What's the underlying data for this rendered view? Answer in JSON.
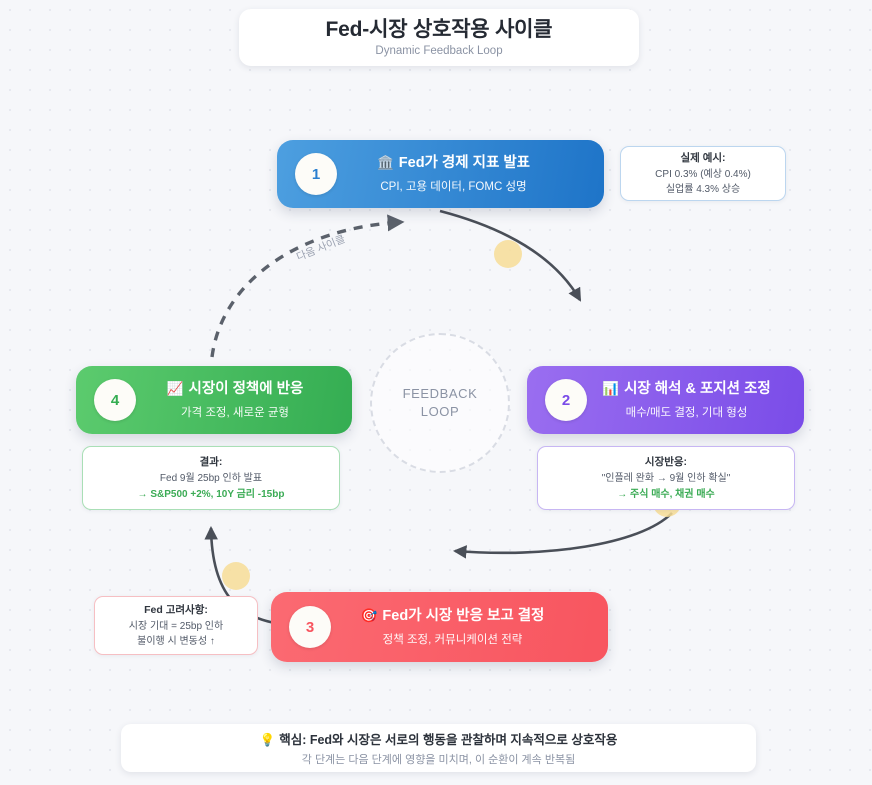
{
  "header": {
    "title": "Fed-시장 상호작용 사이클",
    "subtitle": "Dynamic Feedback Loop"
  },
  "loop": {
    "line1": "FEEDBACK",
    "line2": "LOOP"
  },
  "cycle_label": "다음 사이클",
  "nodes": [
    {
      "number": "1",
      "icon": "🏛️",
      "icon_name": "classical-building-icon",
      "title": "Fed가 경제 지표 발표",
      "subtitle": "CPI, 고용 데이터, FOMC 성명",
      "color": "#2a7fcf"
    },
    {
      "number": "2",
      "icon": "📊",
      "icon_name": "bar-chart-icon",
      "title": "시장 해석 & 포지션 조정",
      "subtitle": "매수/매도 결정, 기대 형성",
      "color": "#7a4ce8"
    },
    {
      "number": "3",
      "icon": "🎯",
      "icon_name": "target-icon",
      "title": "Fed가 시장 반응 보고 결정",
      "subtitle": "정책 조정, 커뮤니케이션 전략",
      "color": "#f8555f"
    },
    {
      "number": "4",
      "icon": "📈",
      "icon_name": "chart-increasing-icon",
      "title": "시장이 정책에 반응",
      "subtitle": "가격 조정, 새로운 균형",
      "color": "#34ad52"
    }
  ],
  "annotations": {
    "example": {
      "head": "실제 예시:",
      "line1": "CPI 0.3% (예상 0.4%)",
      "line2": "실업률 4.3% 상승"
    },
    "market_reaction": {
      "head": "시장반응:",
      "line1": "\"인플레 완화 → 9월 인하 확실\"",
      "accent": "→ 주식 매수, 채권 매수"
    },
    "fed_consideration": {
      "head": "Fed 고려사항:",
      "line1": "시장 기대 = 25bp 인하",
      "line2": "불이행 시 변동성 ↑"
    },
    "result": {
      "head": "결과:",
      "line1": "Fed 9월 25bp 인하 발표",
      "accent": "→ S&P500 +2%, 10Y 금리 -15bp"
    }
  },
  "footer": {
    "icon": "💡",
    "icon_name": "light-bulb-icon",
    "main": "핵심: Fed와 시장은 서로의 행동을 관찰하며 지속적으로 상호작용",
    "sub": "각 단계는 다음 단계에 영향을 미치며, 이 순환이 계속 반복됨"
  }
}
